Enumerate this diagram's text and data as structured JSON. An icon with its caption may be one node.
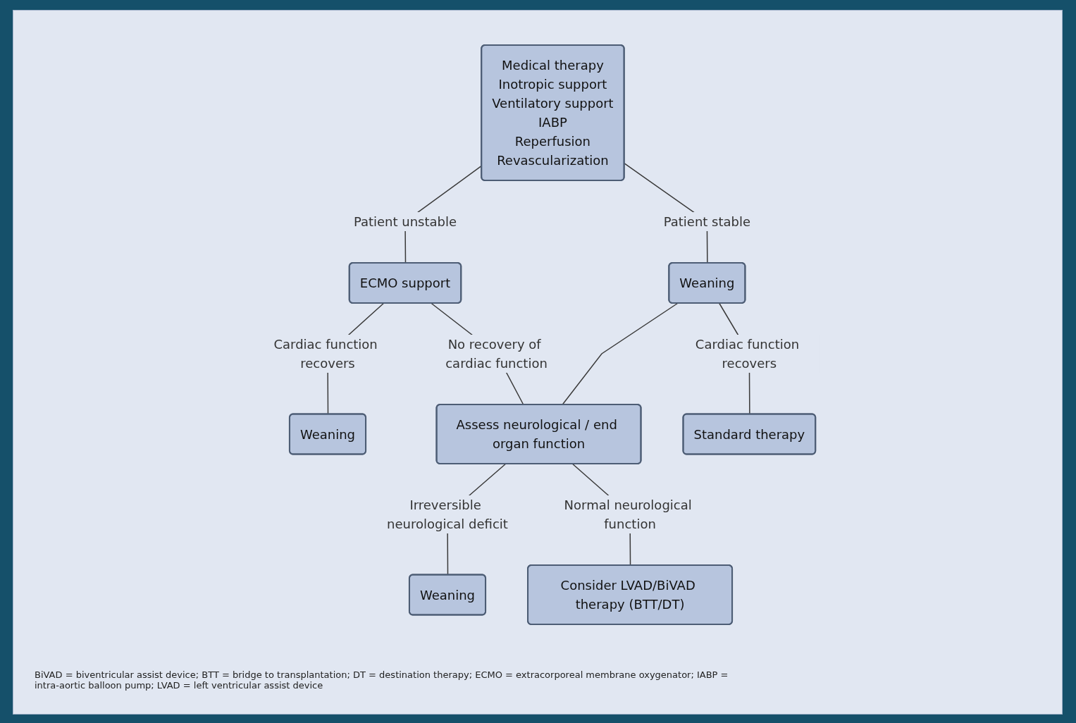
{
  "diagram": {
    "nodes": [
      {
        "text": [
          "Medical therapy",
          "Inotropic support",
          "Ventilatory support",
          "IABP",
          "Reperfusion",
          "Revascularization"
        ]
      },
      {
        "text": [
          "ECMO support"
        ]
      },
      {
        "text": [
          "Weaning"
        ]
      },
      {
        "text": [
          "Weaning"
        ]
      },
      {
        "text": [
          "Assess neurological / end organ function"
        ]
      },
      {
        "text": [
          "Standard therapy"
        ]
      },
      {
        "text": [
          "Weaning"
        ]
      },
      {
        "text": [
          "Consider LVAD/BiVAD therapy (BTT/DT)"
        ]
      }
    ],
    "edges": [
      {
        "from": 0,
        "to": 1,
        "arrow": "none",
        "label": "Patient unstable"
      },
      {
        "from": 0,
        "to": 2,
        "arrow": "none",
        "label": "Patient stable"
      },
      {
        "from": 1,
        "to": 3,
        "arrow": "none",
        "label": "Cardiac function recovers"
      },
      {
        "from": 1,
        "to": 4,
        "arrow": "none",
        "label": "No recovery of cardiac function"
      },
      {
        "from": 2,
        "to": 4,
        "arrow": "none"
      },
      {
        "from": 2,
        "to": 5,
        "arrow": "none",
        "label": "Cardiac function recovers"
      },
      {
        "from": 4,
        "to": 6,
        "arrow": "none",
        "label": "Irreversible neurological deficit"
      },
      {
        "from": 4,
        "to": 7,
        "arrow": "none",
        "label": "Normal neurological function"
      }
    ],
    "labels": [
      "BiVAD = biventricular assist device; BTT = bridge to transplantation; DT = destination therapy; ECMO = extracorporeal membrane oxygenator; IABP = intra-aortic balloon pump; LVAD = left ventricular assist device"
    ]
  }
}
